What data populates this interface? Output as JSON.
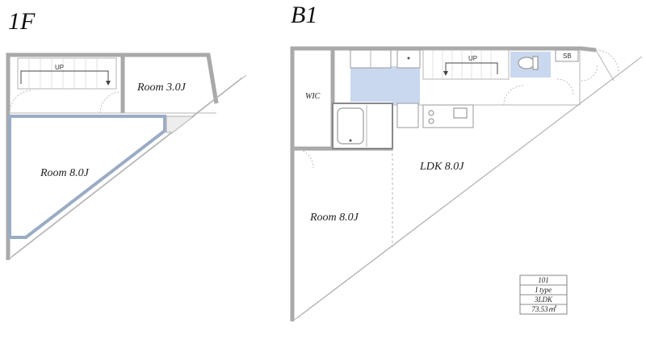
{
  "floors": {
    "first": {
      "title": "1F",
      "rooms": {
        "room_a": "Room 3.0J",
        "room_b": "Room 8.0J"
      },
      "stair_label": "UP"
    },
    "basement": {
      "title": "B1",
      "rooms": {
        "wic": "WIC",
        "ldk": "LDK 8.0J",
        "room": "Room 8.0J",
        "sb": "SB"
      },
      "stair_label": "UP"
    }
  },
  "info_table": {
    "rows": [
      "101",
      "I type",
      "3LDK",
      "73.53㎡"
    ]
  },
  "colors": {
    "wall": "#a9a9a9",
    "wet_area": "#c9d8ee",
    "room_outline": "#9aabc4"
  }
}
